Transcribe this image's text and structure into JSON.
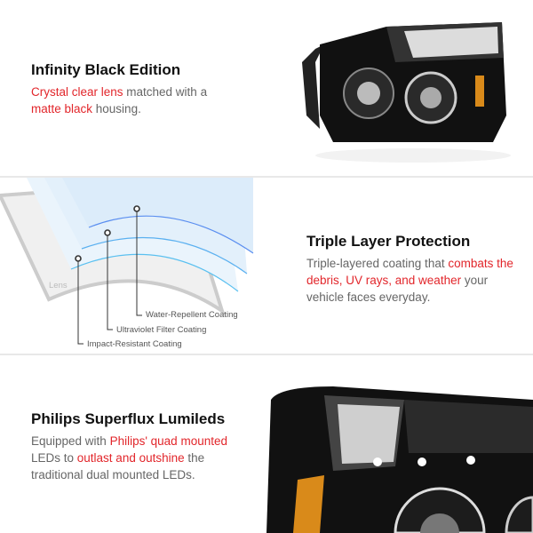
{
  "sections": [
    {
      "title": "Infinity Black Edition",
      "desc": [
        {
          "text": "Crystal clear lens",
          "highlight": true
        },
        {
          "text": " matched with a ",
          "highlight": false
        },
        {
          "text": "matte black",
          "highlight": true
        },
        {
          "text": " housing.",
          "highlight": false
        }
      ]
    },
    {
      "title": "Triple Layer Protection",
      "desc": [
        {
          "text": "Triple-layered coating that ",
          "highlight": false
        },
        {
          "text": "combats the debris, UV rays, and weather",
          "highlight": true
        },
        {
          "text": " your vehicle faces everyday.",
          "highlight": false
        }
      ],
      "diagram": {
        "base_label": "Lens",
        "layers": [
          "Water-Repellent Coating",
          "Ultraviolet Filter Coating",
          "Impact-Resistant Coating"
        ]
      }
    },
    {
      "title": "Philips Superflux Lumileds",
      "desc": [
        {
          "text": "Equipped with ",
          "highlight": false
        },
        {
          "text": "Philips' quad mounted",
          "highlight": true
        },
        {
          "text": " LEDs to ",
          "highlight": false
        },
        {
          "text": "outlast and outshine",
          "highlight": true
        },
        {
          "text": " the traditional dual mounted LEDs.",
          "highlight": false
        }
      ]
    }
  ],
  "colors": {
    "highlight": "#e2262b",
    "title": "#111111",
    "body": "#666666",
    "coating": "#5aa8f0"
  }
}
